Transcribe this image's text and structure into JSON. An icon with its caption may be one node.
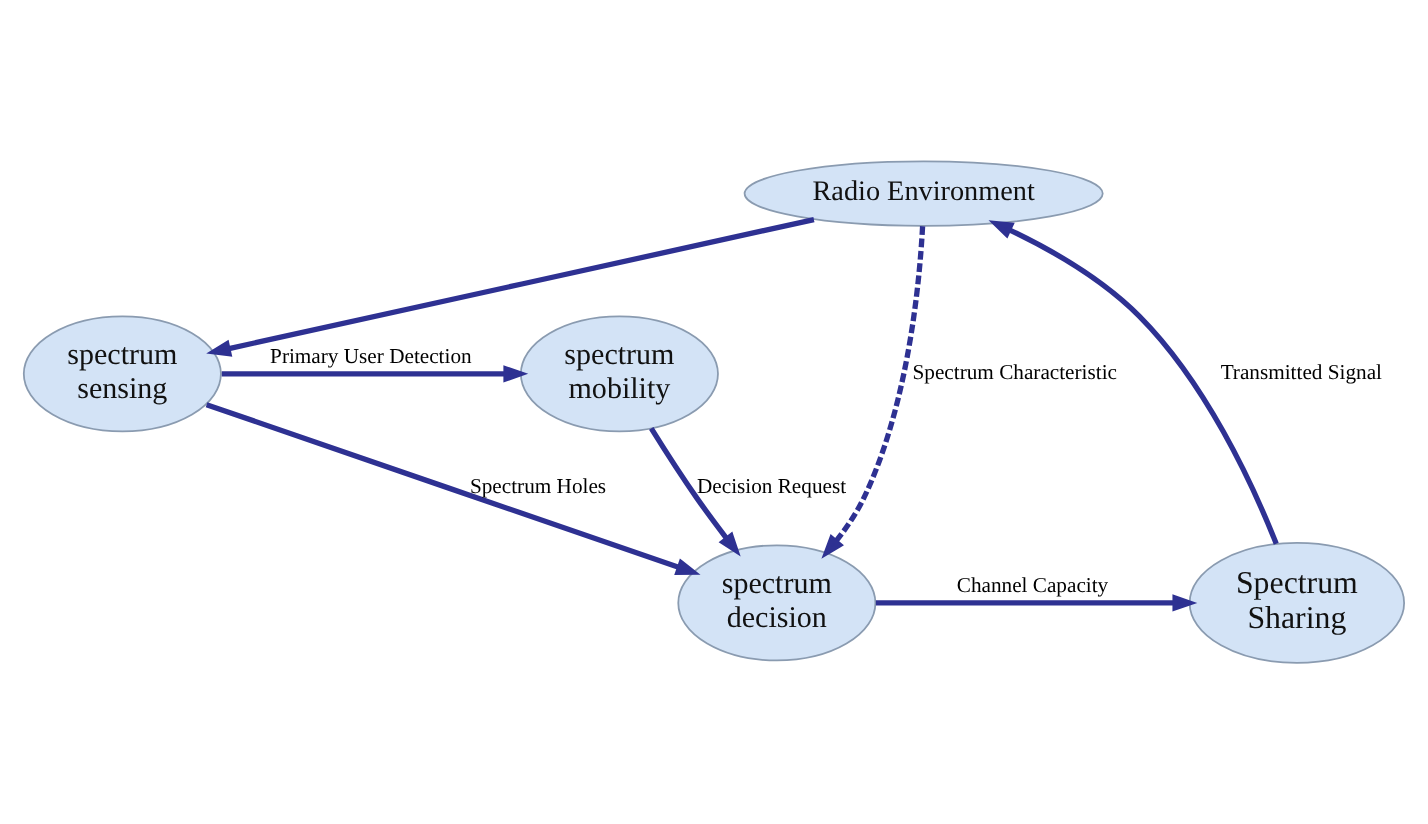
{
  "diagram": {
    "nodes": [
      {
        "text": [
          "Radio Environment"
        ]
      },
      {
        "text": [
          "spectrum sensing"
        ]
      },
      {
        "text": [
          "spectrum mobility"
        ]
      },
      {
        "text": [
          "spectrum decision"
        ]
      },
      {
        "text": [
          "Spectrum Sharing"
        ]
      }
    ],
    "edges": [
      {
        "from": 0,
        "to": 1,
        "arrow": "to"
      },
      {
        "from": 1,
        "to": 2,
        "arrow": "to",
        "label": "Primary User Detection"
      },
      {
        "from": 2,
        "to": 3,
        "arrow": "to",
        "label": "Decision Request"
      },
      {
        "from": 1,
        "to": 3,
        "arrow": "to",
        "label": "Spectrum Holes"
      },
      {
        "from": 0,
        "to": 3,
        "arrow": "to",
        "style": "dashed",
        "label": "Spectrum Characteristic"
      },
      {
        "from": 3,
        "to": 4,
        "arrow": "to",
        "label": "Channel Capacity"
      },
      {
        "from": 4,
        "to": 0,
        "arrow": "to",
        "label": "Transmitted Signal"
      }
    ]
  }
}
